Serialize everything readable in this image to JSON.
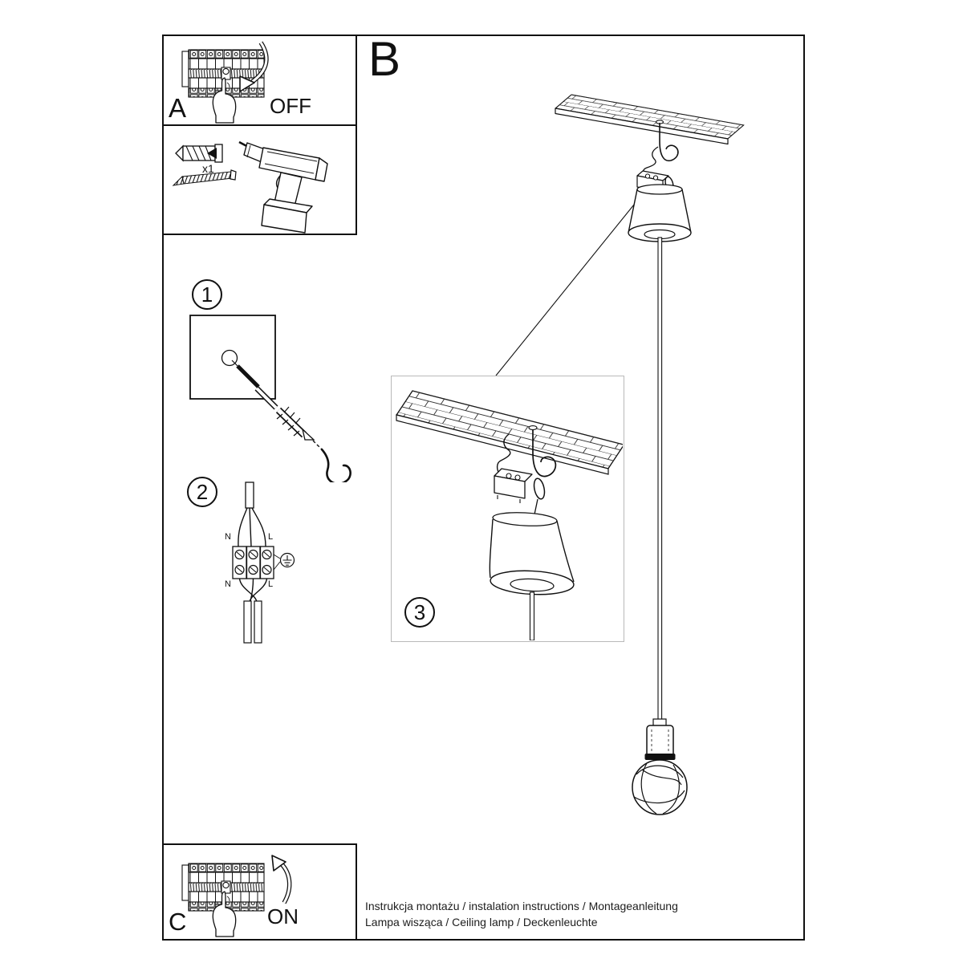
{
  "colors": {
    "ink": "#111111",
    "inset_border": "#b9b9b9",
    "paper": "#ffffff"
  },
  "panel_a": {
    "letter": "A",
    "action": "OFF"
  },
  "tools": {
    "anchor_qty": "x1"
  },
  "panel_b": {
    "letter": "B"
  },
  "panel_c": {
    "letter": "C",
    "action": "ON"
  },
  "steps": {
    "one": "1",
    "two": "2",
    "three": "3"
  },
  "wiring": {
    "n_top": "N",
    "l_top": "L",
    "n_bottom": "N",
    "l_bottom": "L"
  },
  "icons": {
    "breaker": "circuit-breaker-panel-icon",
    "hand": "pointing-hand-icon",
    "arrow_off": "curved-arrow-down-icon",
    "arrow_on": "curved-arrow-up-icon",
    "anchor": "wall-plug-icon",
    "screw": "screw-icon",
    "drill": "cordless-drill-icon",
    "hook": "ceiling-hook-icon",
    "terminal": "terminal-block-icon",
    "ground": "earth-ground-icon",
    "lamp": "pendant-lamp-icon"
  },
  "footer": {
    "line1": "Instrukcja montażu / instalation instructions / Montageanleitung",
    "line2": "Lampa wisząca / Ceiling lamp  / Deckenleuchte"
  }
}
